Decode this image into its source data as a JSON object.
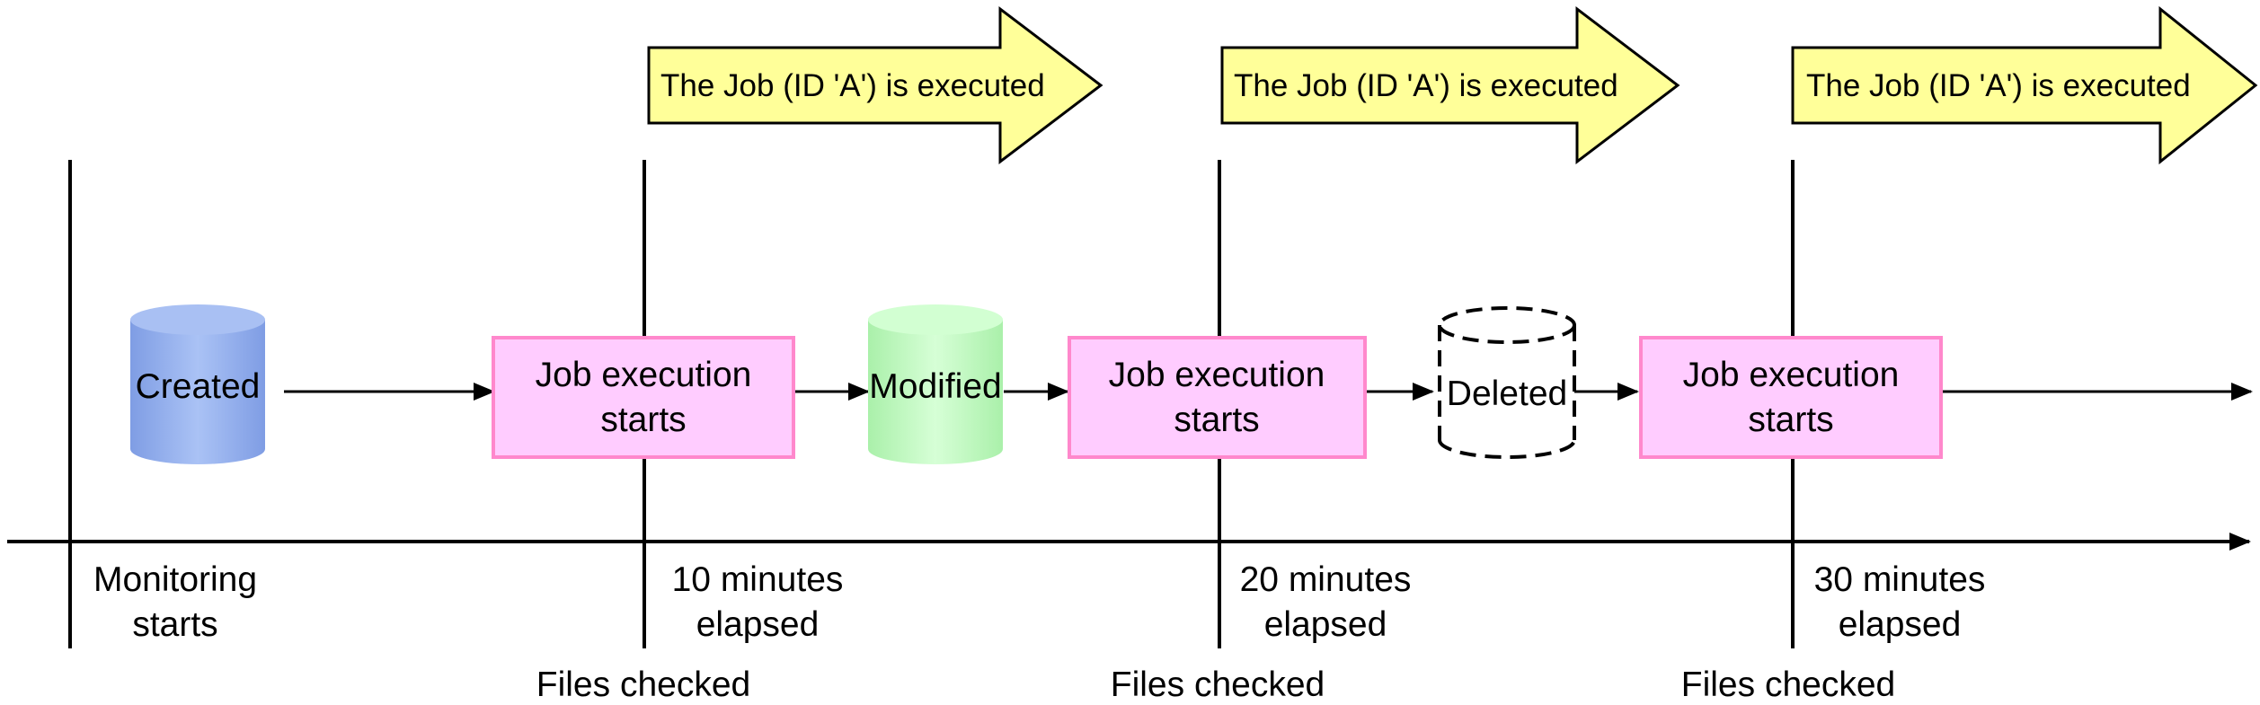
{
  "banners": [
    {
      "text": "The Job (ID 'A') is executed"
    },
    {
      "text": "The Job (ID 'A') is executed"
    },
    {
      "text": "The Job (ID 'A') is executed"
    }
  ],
  "events": {
    "created": "Created",
    "modified": "Modified",
    "deleted": "Deleted"
  },
  "job_boxes": [
    {
      "line1": "Job execution",
      "line2": "starts"
    },
    {
      "line1": "Job execution",
      "line2": "starts"
    },
    {
      "line1": "Job execution",
      "line2": "starts"
    }
  ],
  "timeline": [
    {
      "line1": "Monitoring",
      "line2": "starts"
    },
    {
      "line1": "10 minutes",
      "line2": "elapsed"
    },
    {
      "line1": "20 minutes",
      "line2": "elapsed"
    },
    {
      "line1": "30 minutes",
      "line2": "elapsed"
    }
  ],
  "files_checked": [
    "Files checked",
    "Files checked",
    "Files checked"
  ],
  "colors": {
    "banner_fill": "#ffff99",
    "job_box_fill": "#ffccff",
    "job_box_stroke": "#ff88cc",
    "created_fill": "#99b3ee",
    "modified_fill": "#bbffbb",
    "line": "#000000"
  }
}
